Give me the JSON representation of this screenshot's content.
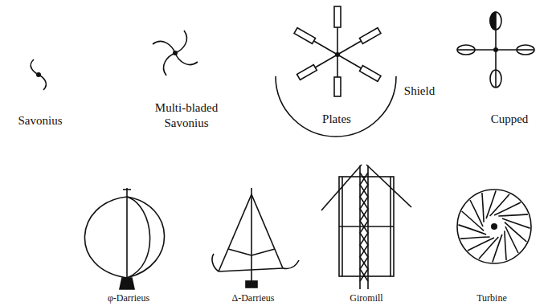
{
  "diagram": {
    "labels": [
      "Savonius",
      "Multi-bladed Savonius",
      "Plates",
      "Shield",
      "Cupped",
      "φ-Darrieus",
      "Δ-Darrieus",
      "Giromill",
      "Turbine"
    ]
  }
}
